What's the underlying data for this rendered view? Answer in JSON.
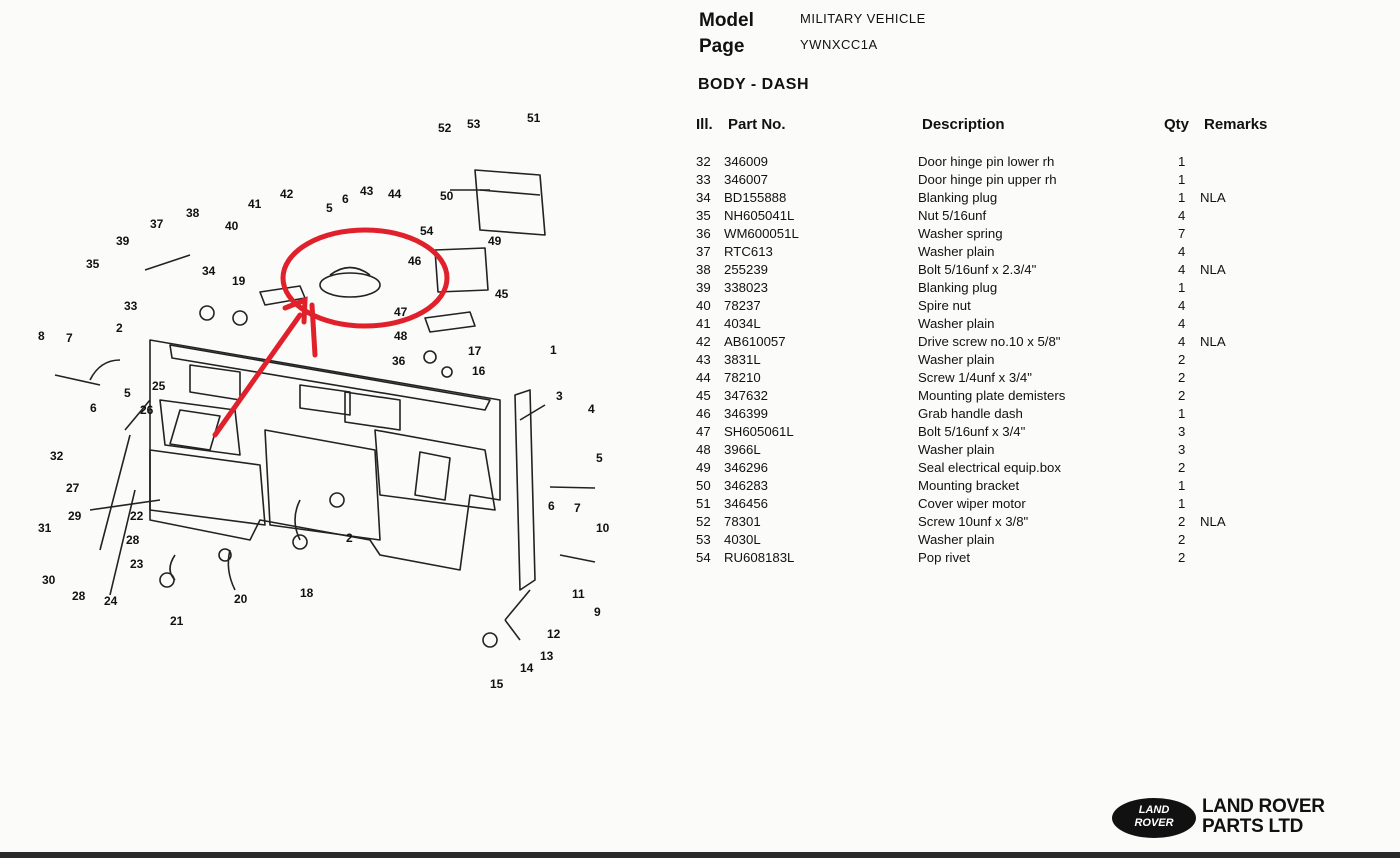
{
  "header": {
    "model_label": "Model",
    "model_value": "MILITARY VEHICLE",
    "page_label": "Page",
    "page_value": "YWNXCC1A"
  },
  "section_title": "BODY - DASH",
  "table": {
    "col_no": "Ill.",
    "col_part": "Part No.",
    "col_desc": "Description",
    "col_qty": "Qty",
    "col_remarks": "Remarks",
    "rows": [
      {
        "no": "32",
        "part": "346009",
        "desc": "Door hinge pin lower rh",
        "qty": "1",
        "rem": ""
      },
      {
        "no": "33",
        "part": "346007",
        "desc": "Door hinge pin upper rh",
        "qty": "1",
        "rem": ""
      },
      {
        "no": "34",
        "part": "BD155888",
        "desc": "Blanking plug",
        "qty": "1",
        "rem": "NLA"
      },
      {
        "no": "35",
        "part": "NH605041L",
        "desc": "Nut 5/16unf",
        "qty": "4",
        "rem": ""
      },
      {
        "no": "36",
        "part": "WM600051L",
        "desc": "Washer spring",
        "qty": "7",
        "rem": ""
      },
      {
        "no": "37",
        "part": "RTC613",
        "desc": "Washer plain",
        "qty": "4",
        "rem": ""
      },
      {
        "no": "38",
        "part": "255239",
        "desc": "Bolt 5/16unf x 2.3/4\"",
        "qty": "4",
        "rem": "NLA"
      },
      {
        "no": "39",
        "part": "338023",
        "desc": "Blanking plug",
        "qty": "1",
        "rem": ""
      },
      {
        "no": "40",
        "part": "78237",
        "desc": "Spire nut",
        "qty": "4",
        "rem": ""
      },
      {
        "no": "41",
        "part": "4034L",
        "desc": "Washer plain",
        "qty": "4",
        "rem": ""
      },
      {
        "no": "42",
        "part": "AB610057",
        "desc": "Drive screw no.10 x 5/8\"",
        "qty": "4",
        "rem": "NLA"
      },
      {
        "no": "43",
        "part": "3831L",
        "desc": "Washer plain",
        "qty": "2",
        "rem": ""
      },
      {
        "no": "44",
        "part": "78210",
        "desc": "Screw 1/4unf x 3/4\"",
        "qty": "2",
        "rem": ""
      },
      {
        "no": "45",
        "part": "347632",
        "desc": "Mounting plate demisters",
        "qty": "2",
        "rem": ""
      },
      {
        "no": "46",
        "part": "346399",
        "desc": "Grab handle dash",
        "qty": "1",
        "rem": ""
      },
      {
        "no": "47",
        "part": "SH605061L",
        "desc": "Bolt 5/16unf x 3/4\"",
        "qty": "3",
        "rem": ""
      },
      {
        "no": "48",
        "part": "3966L",
        "desc": "Washer plain",
        "qty": "3",
        "rem": ""
      },
      {
        "no": "49",
        "part": "346296",
        "desc": "Seal electrical equip.box",
        "qty": "2",
        "rem": ""
      },
      {
        "no": "50",
        "part": "346283",
        "desc": "Mounting bracket",
        "qty": "1",
        "rem": ""
      },
      {
        "no": "51",
        "part": "346456",
        "desc": "Cover wiper motor",
        "qty": "1",
        "rem": ""
      },
      {
        "no": "52",
        "part": "78301",
        "desc": "Screw 10unf x 3/8\"",
        "qty": "2",
        "rem": "NLA"
      },
      {
        "no": "53",
        "part": "4030L",
        "desc": "Washer plain",
        "qty": "2",
        "rem": ""
      },
      {
        "no": "54",
        "part": "RU608183L",
        "desc": "Pop rivet",
        "qty": "2",
        "rem": ""
      }
    ]
  },
  "diagram": {
    "callouts": [
      "52",
      "53",
      "51",
      "50",
      "54",
      "49",
      "45",
      "5",
      "6",
      "43",
      "44",
      "46",
      "47",
      "48",
      "36",
      "17",
      "16",
      "41",
      "42",
      "40",
      "19",
      "34",
      "38",
      "37",
      "39",
      "35",
      "33",
      "2",
      "8",
      "7",
      "6",
      "5",
      "25",
      "26",
      "32",
      "27",
      "22",
      "29",
      "28",
      "31",
      "30",
      "28",
      "24",
      "23",
      "21",
      "20",
      "18",
      "2",
      "3",
      "4",
      "5",
      "6",
      "7",
      "10",
      "11",
      "9",
      "12",
      "13",
      "14",
      "15",
      "1"
    ],
    "highlight_color": "#e0202a"
  },
  "logo": {
    "oval_line1": "LAND",
    "oval_line2": "ROVER",
    "brand_line1": "LAND ROVER",
    "brand_line2": "PARTS LTD"
  }
}
